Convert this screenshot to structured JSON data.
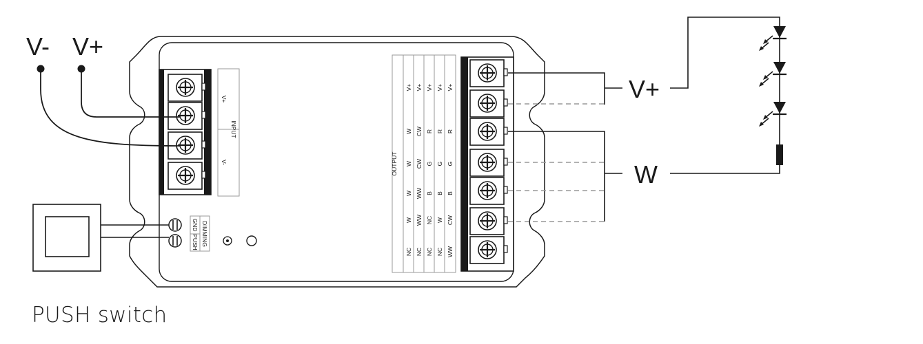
{
  "labels": {
    "v_minus": "V-",
    "v_plus": "V+",
    "out_v_plus": "V+",
    "out_w": "W",
    "caption": "PUSH switch"
  },
  "input_block": {
    "title": "INPUT",
    "v_plus": "V+",
    "v_minus": "V-"
  },
  "dimming_block": {
    "title": "DIMMING",
    "gnd": "GND",
    "push": "PUSH"
  },
  "output_table": {
    "title": "OUTPUT",
    "columns": [
      [
        "NC",
        "W",
        "W",
        "W",
        "W",
        "V+"
      ],
      [
        "NC",
        "WW",
        "WW",
        "CW",
        "CW",
        "V+"
      ],
      [
        "NC",
        "NC",
        "B",
        "G",
        "R",
        "V+"
      ],
      [
        "NC",
        "W",
        "B",
        "G",
        "R",
        "V+"
      ],
      [
        "WW",
        "CW",
        "B",
        "G",
        "R",
        "V+"
      ]
    ]
  }
}
